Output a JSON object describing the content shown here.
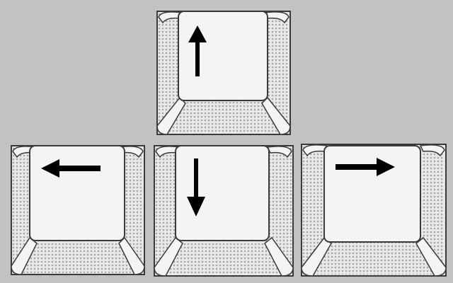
{
  "scene": {
    "background_color": "#c2c2c2",
    "keycap_top_color": "#f4f4f4",
    "keycap_outline_color": "#3a3a3a",
    "keycap_shading_color": "#8a8a8a",
    "arrow_color": "#000000"
  },
  "keys": [
    {
      "name": "up-arrow-key",
      "icon": "arrow-up-icon",
      "direction": "up"
    },
    {
      "name": "left-arrow-key",
      "icon": "arrow-left-icon",
      "direction": "left"
    },
    {
      "name": "down-arrow-key",
      "icon": "arrow-down-icon",
      "direction": "down"
    },
    {
      "name": "right-arrow-key",
      "icon": "arrow-right-icon",
      "direction": "right"
    }
  ]
}
